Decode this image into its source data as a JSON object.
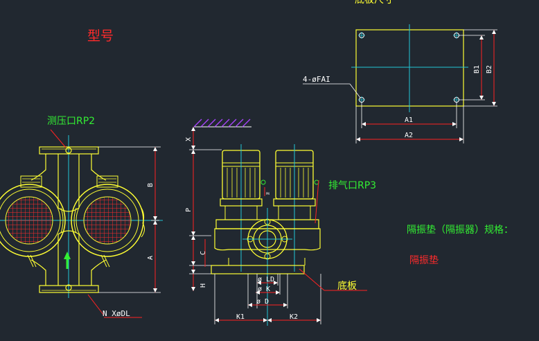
{
  "top_cut_text": "底板尺寸",
  "model_label": "型号",
  "pressure_port": "测压口RP2",
  "bolt_label": "N XøDL",
  "base_hole_label": "4-øFAI",
  "vent_port": "排气口RP3",
  "isolator_spec": "隔振垫（隔振器）规格：",
  "isolator_name": "隔振垫",
  "base_plate": "底板",
  "dims": {
    "B": "B",
    "A": "A",
    "X": "X",
    "P": "P",
    "C": "C",
    "H": "H",
    "LD": "ø LD",
    "K": "ø K",
    "D": "ø D",
    "K1": "K1",
    "K2": "K2",
    "A1": "A1",
    "A2": "A2",
    "B1": "B1",
    "B2": "B2",
    "PN": "PN"
  },
  "colors": {
    "background": "#212830",
    "outline": "#ffff33",
    "dimension": "#ffffff",
    "leader": "#ff2222",
    "center": "#22c6d6",
    "annotation_green": "#33ee33",
    "title_red": "#ff2b2b",
    "hatch": "#aa44ff"
  }
}
